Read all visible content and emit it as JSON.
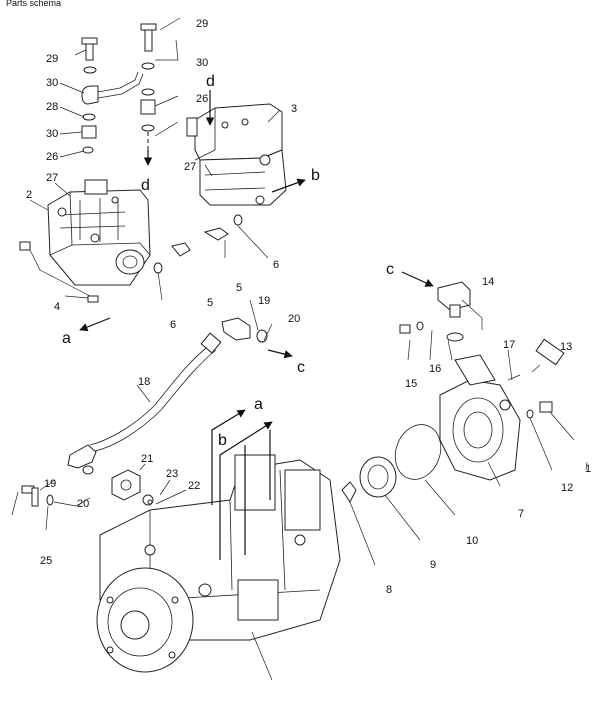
{
  "header": {
    "caption": "Parts schema"
  },
  "callouts": {
    "c1": "1",
    "c2": "2",
    "c3": "3",
    "c4": "4",
    "c5a": "5",
    "c5b": "5",
    "c6a": "6",
    "c6b": "6",
    "c7": "7",
    "c8": "8",
    "c9": "9",
    "c10": "10",
    "c12": "12",
    "c13": "13",
    "c14": "14",
    "c15": "15",
    "c16": "16",
    "c17": "17",
    "c18": "18",
    "c19a": "19",
    "c19b": "19",
    "c20a": "20",
    "c20b": "20",
    "c21": "21",
    "c22": "22",
    "c23": "23",
    "c25": "25",
    "c26a": "26",
    "c26b": "26",
    "c27a": "27",
    "c27b": "27",
    "c28": "28",
    "c29a": "29",
    "c29b": "29",
    "c30a": "30",
    "c30b": "30",
    "c30c": "30"
  },
  "flow_labels": {
    "a1": "a",
    "a2": "a",
    "b1": "b",
    "b2": "b",
    "c1": "c",
    "c2": "c",
    "d1": "d",
    "d2": "d"
  }
}
